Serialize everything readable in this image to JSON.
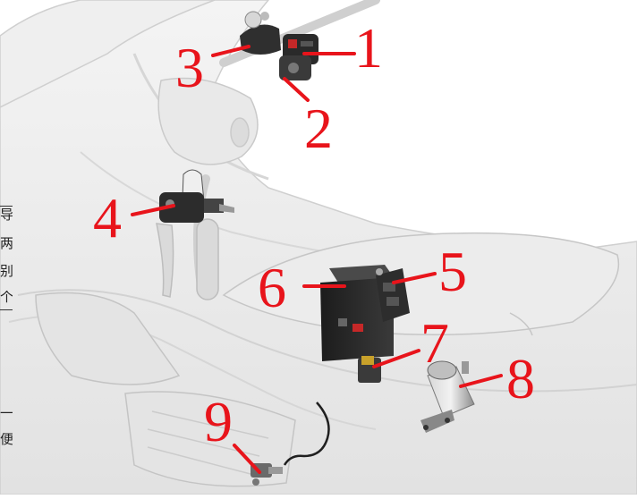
{
  "callouts": [
    "1",
    "2",
    "3",
    "4",
    "5",
    "6",
    "7",
    "8",
    "9"
  ],
  "left_edge_text": [
    "导",
    "两",
    "别",
    "个",
    "一",
    "便"
  ],
  "colors": {
    "callout": "#e8141b",
    "body_panel": "#ececec",
    "body_outline": "#c8c8c8",
    "part_dark": "#2b2b2b",
    "part_metal": "#9a9a9a"
  }
}
